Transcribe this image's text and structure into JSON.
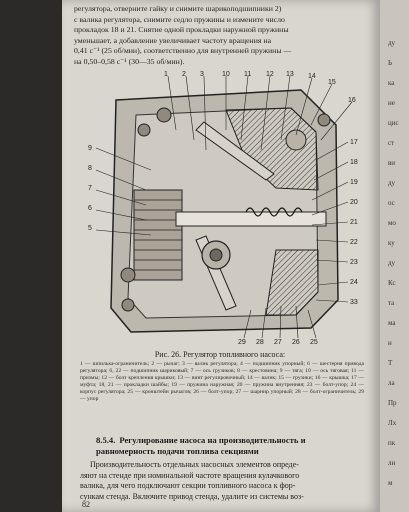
{
  "top_text": [
    "регулятора, отверните гайку и снимите шарикоподшипники 2)",
    "с валика регулятора, снимите седло пружины и измените число",
    "прокладок 18 и 21. Снятие одной прокладки наружной пружины",
    "уменьшает, а добавление увеличивает частоту вращения на",
    "0,41 с⁻¹ (25 об/мин), соответственно для внутренней пружины —",
    "на 0,50–0,58 с⁻¹ (30—35 об/мин)."
  ],
  "figure": {
    "callouts_top": [
      "1",
      "2",
      "3",
      "10",
      "11",
      "12",
      "13",
      "14",
      "15",
      "16"
    ],
    "callouts_left": [
      "9",
      "8",
      "7",
      "6",
      "5"
    ],
    "callouts_right": [
      "17",
      "18",
      "19",
      "20",
      "21",
      "22",
      "23",
      "24",
      "33"
    ],
    "callouts_bottom": [
      "29",
      "28",
      "27",
      "26",
      "25"
    ]
  },
  "caption": {
    "title": "Рис. 26. Регулятор топливного насоса:",
    "legend": "1 — шпилька-ограничитель; 2 — рычаг; 3 — валик регулятора; 4 — подшипник упорный; 6 — шестерня привода регулятора; 6, 22 — подшипник шариковый; 7 — ось грузиков; 8 — крестовина; 9 — тяга; 10 — ось тяговая; 11 — призмы; 12 — болт крепления крышки; 13 — винт регулировочный; 14 — валик; 15 — грузики; 16 — крышка; 17 — муфта; 18, 21 — прокладки шайбы; 19 — пружина наружная; 20 — пружина внутренняя; 23 — болт-упор; 24 — корпус регулятора; 25 — кронштейн рычагов; 26 — болт-упор; 27 — шарнир упорный; 28 — болт-ограничитель; 29 — упор"
  },
  "section": {
    "number": "8.5.4.",
    "title": "Регулирование насоса на производительность и равномерность подачи топлива секциями"
  },
  "body_text": [
    "Производительность отдельных насосных элементов опреде-",
    "ляют на стенде при номинальной частоте вращения кулачкового",
    "валика, для чего подключают секции топливного насоса к фор-",
    "сункам стенда. Включите привод стенда, удалите из системы воз-"
  ],
  "page_number": "82",
  "next_page_fragments": [
    "ду",
    "Ь",
    "ка",
    "не",
    "цис",
    "ст",
    "ви",
    "ду",
    "ос",
    "мо",
    "ку",
    "ду",
    "Кс",
    "та",
    "ма",
    "н",
    "Т",
    "ла",
    "Пр",
    "Лх",
    "пк",
    "лн",
    "м"
  ]
}
